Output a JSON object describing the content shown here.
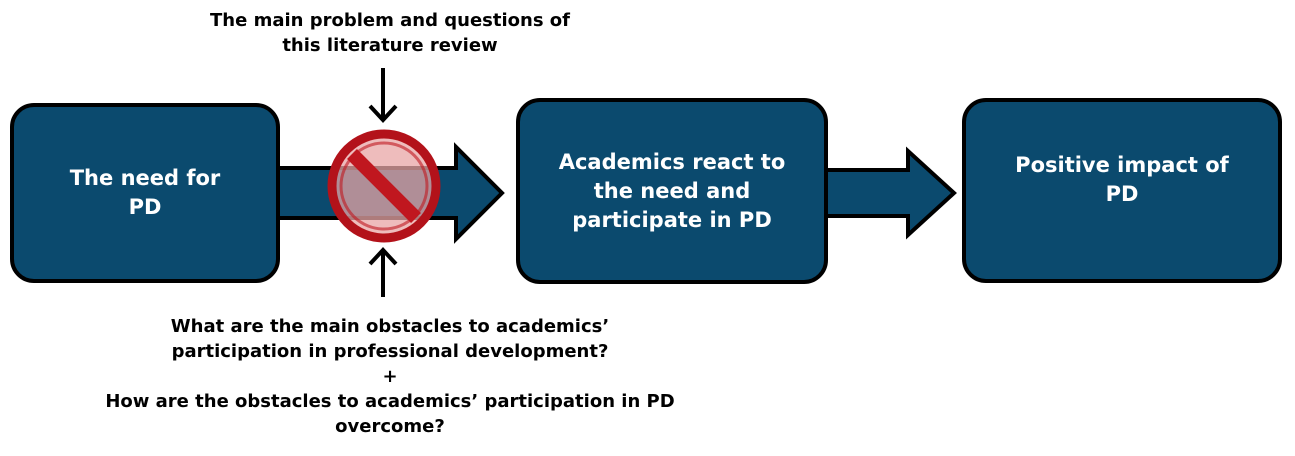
{
  "top_label": {
    "line1": "The main problem and questions of",
    "line2": "this literature review"
  },
  "boxes": [
    {
      "text": "The need for PD"
    },
    {
      "text": "Academics react to the need and participate in PD"
    },
    {
      "text": "Positive impact of PD"
    }
  ],
  "bottom_label": {
    "line1": "What are the main obstacles to academics’",
    "line2": "participation in professional development?",
    "line3": "+",
    "line4": "How are the obstacles to academics’ participation in PD",
    "line5": "overcome?"
  },
  "colors": {
    "box_fill": "#0b4a6e",
    "box_border": "#000000",
    "arrow_fill": "#0b4a6e",
    "prohibition_fill": "#c0171f",
    "prohibition_inner": "#e8a6a6"
  },
  "icons": {
    "prohibition": "prohibition-sign-icon",
    "arrow_down": "arrow-down-icon",
    "arrow_up": "arrow-up-icon",
    "flow_arrow": "flow-arrow-icon"
  }
}
